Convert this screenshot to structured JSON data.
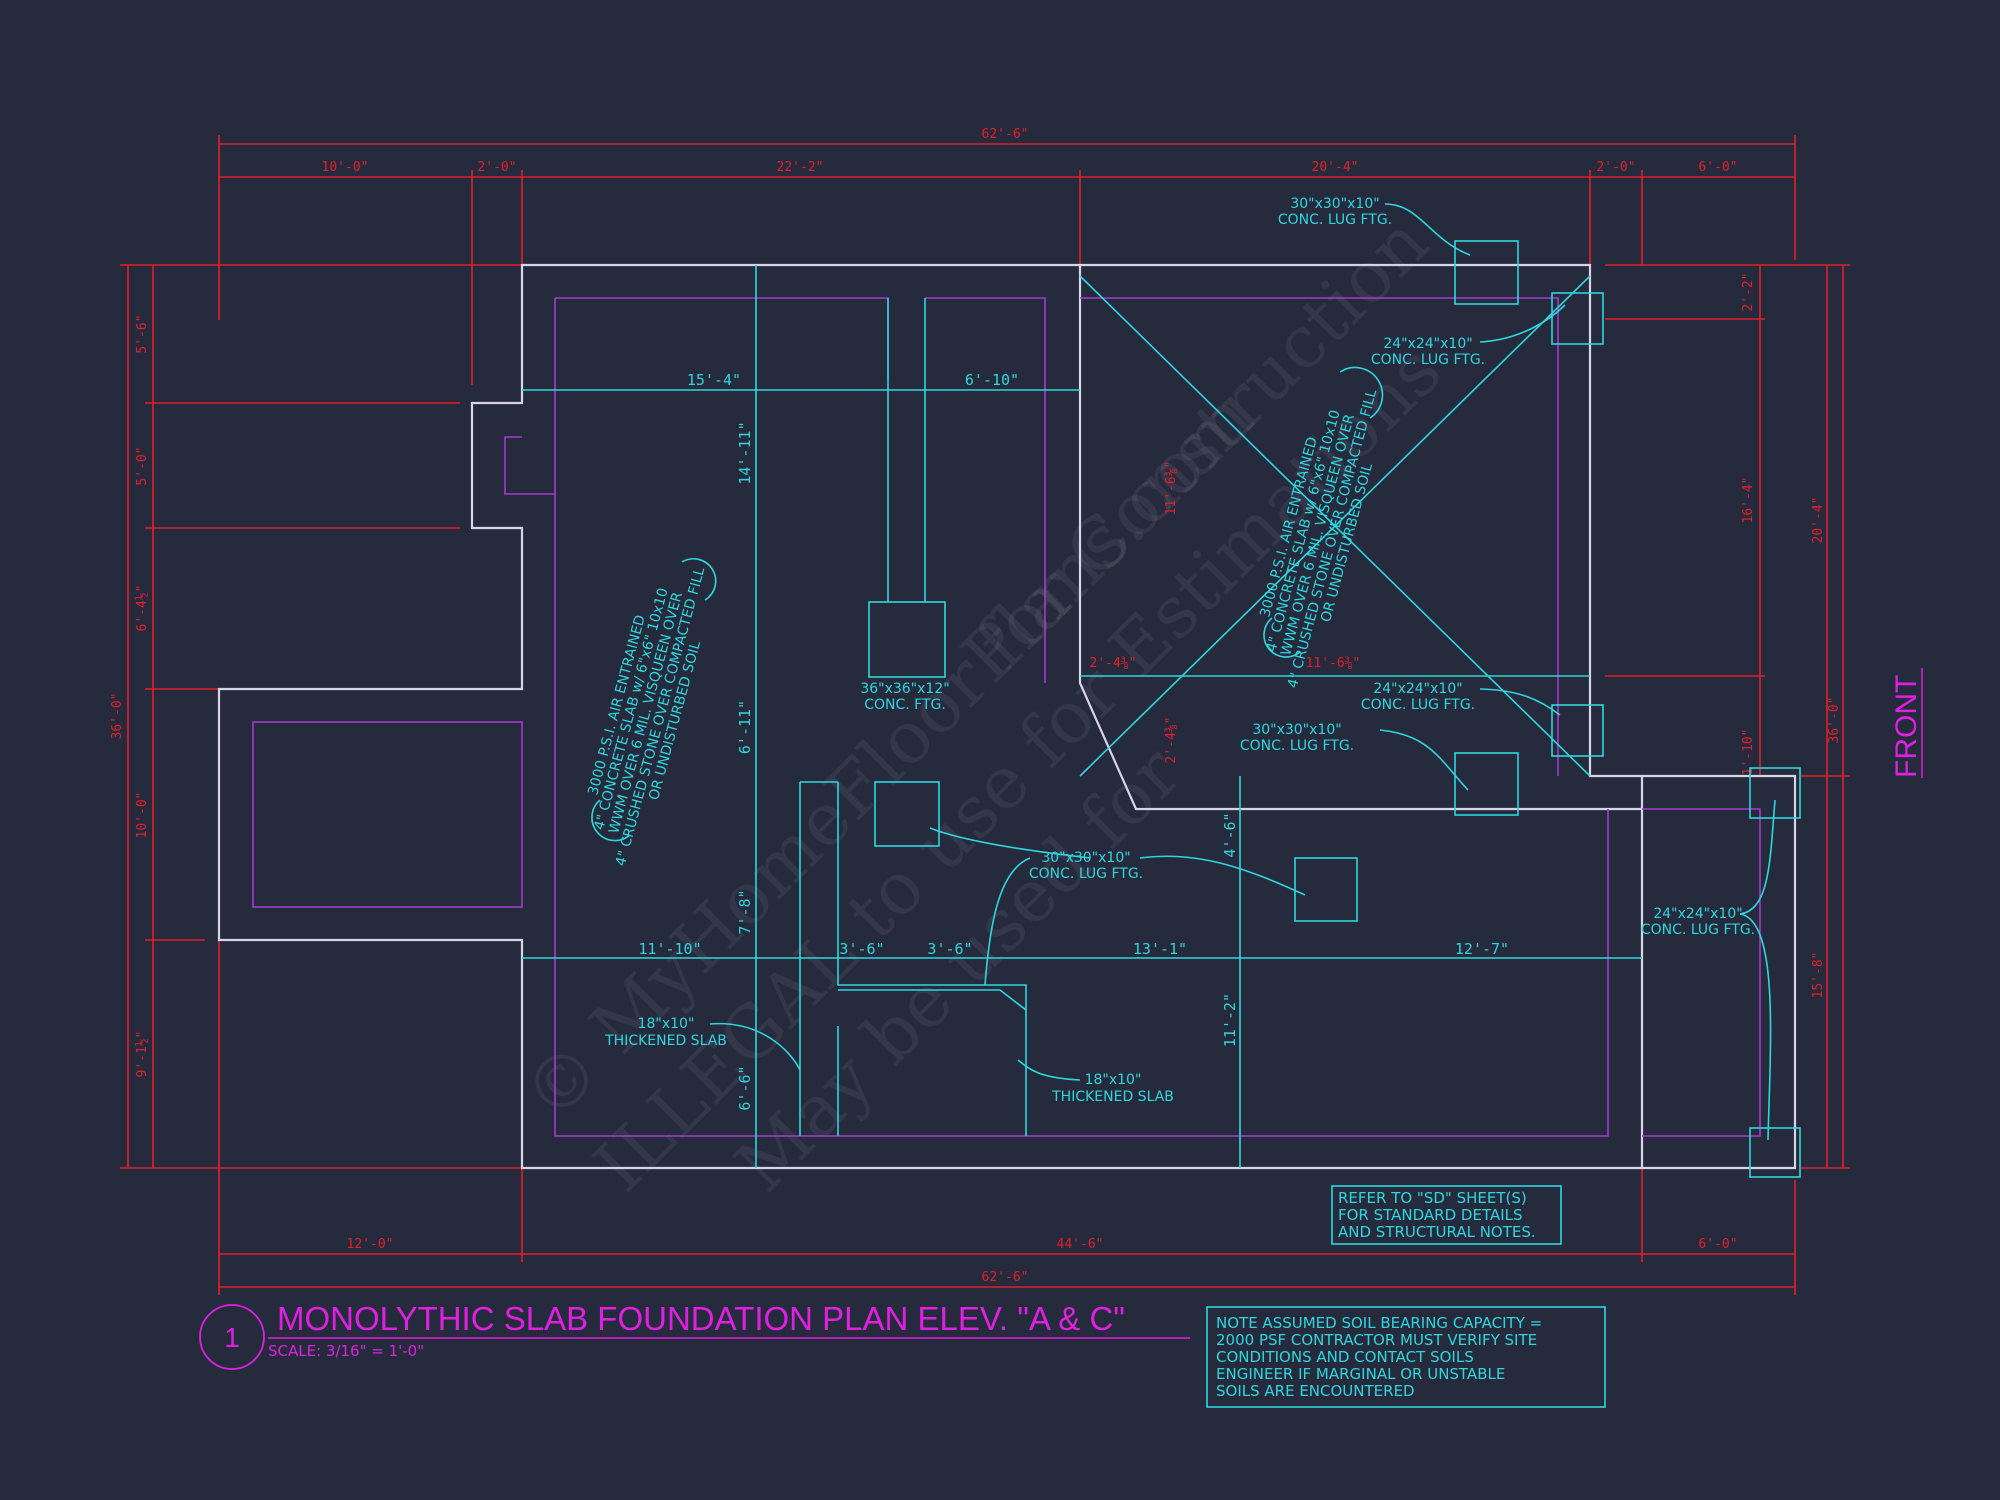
{
  "colors": {
    "background": "#262a3d",
    "dimension": "#e0202a",
    "wall": "#d8d4e8",
    "slab_edge": "#a53bd0",
    "annotation": "#2fd6dc",
    "title": "#e020e0"
  },
  "watermark": [
    "© MyHomeFloorPlans.com",
    "for Construction",
    "ILLEGAL to use for Estimations",
    "May be used for"
  ],
  "dimensions": {
    "top": {
      "overall": "62'-6\"",
      "segments": [
        "10'-0\"",
        "2'-0\"",
        "22'-2\"",
        "20'-4\"",
        "2'-0\"",
        "6'-0\""
      ]
    },
    "bottom": {
      "overall": "62'-6\"",
      "segments": [
        "12'-0\"",
        "44'-6\"",
        "6'-0\""
      ]
    },
    "left": {
      "overall": "36'-0\"",
      "segments": [
        "5'-6\"",
        "5'-0\"",
        "6'-4½\"",
        "10'-0\"",
        "9'-1½\""
      ]
    },
    "right": {
      "overall": "36'-0\"",
      "inner": "20'-4\"",
      "segments": [
        "2'-2\"",
        "16'-4\"",
        "1'-10\"",
        "15'-8\""
      ]
    },
    "interior": [
      "15'-4\"",
      "6'-10\"",
      "14'-11\"",
      "6'-11\"",
      "7'-8\"",
      "6'-6\"",
      "11'-10\"",
      "3'-6\"",
      "3'-6\"",
      "13'-1\"",
      "12'-7\"",
      "4'-6\"",
      "11'-2\"",
      "11'-6⅜\"",
      "2'-4⅜\"",
      "11'-6⅜\"",
      "2'-4⅜\""
    ]
  },
  "footings": [
    {
      "size": "30\"x30\"x10\"",
      "type": "CONC. LUG FTG."
    },
    {
      "size": "24\"x24\"x10\"",
      "type": "CONC. LUG FTG."
    },
    {
      "size": "36\"x36\"x12\"",
      "type": "CONC. FTG."
    },
    {
      "size": "24\"x24\"x10\"",
      "type": "CONC. LUG FTG."
    },
    {
      "size": "30\"x30\"x10\"",
      "type": "CONC. LUG FTG."
    },
    {
      "size": "30\"x30\"x10\"",
      "type": "CONC. LUG FTG."
    },
    {
      "size": "24\"x24\"x10\"",
      "type": "CONC. LUG FTG."
    }
  ],
  "thickened_slabs": [
    {
      "size": "18\"x10\"",
      "type": "THICKENED SLAB"
    },
    {
      "size": "18\"x10\"",
      "type": "THICKENED SLAB"
    }
  ],
  "slab_note": [
    "3000 P.S.I. AIR ENTRAINED",
    "4\" CONCRETE SLAB w/ 6\"x6\" 10x10",
    "WWM OVER 6 MIL. VISQUEEN OVER",
    "4\" CRUSHED STONE OVER COMPACTED FILL",
    "OR UNDISTURBED SOIL"
  ],
  "refer_note": [
    "REFER TO \"SD\" SHEET(S)",
    "FOR STANDARD DETAILS",
    "AND STRUCTURAL NOTES."
  ],
  "soil_note": [
    "NOTE ASSUMED SOIL BEARING CAPACITY =",
    "2000 PSF CONTRACTOR MUST VERIFY SITE",
    "CONDITIONS AND CONTACT SOILS",
    "ENGINEER IF MARGINAL OR UNSTABLE",
    "SOILS ARE ENCOUNTERED"
  ],
  "title": {
    "number": "1",
    "text": "MONOLYTHIC SLAB FOUNDATION PLAN ELEV. \"A & C\"",
    "scale": "SCALE: 3/16\" = 1'-0\""
  },
  "front_label": "FRONT"
}
